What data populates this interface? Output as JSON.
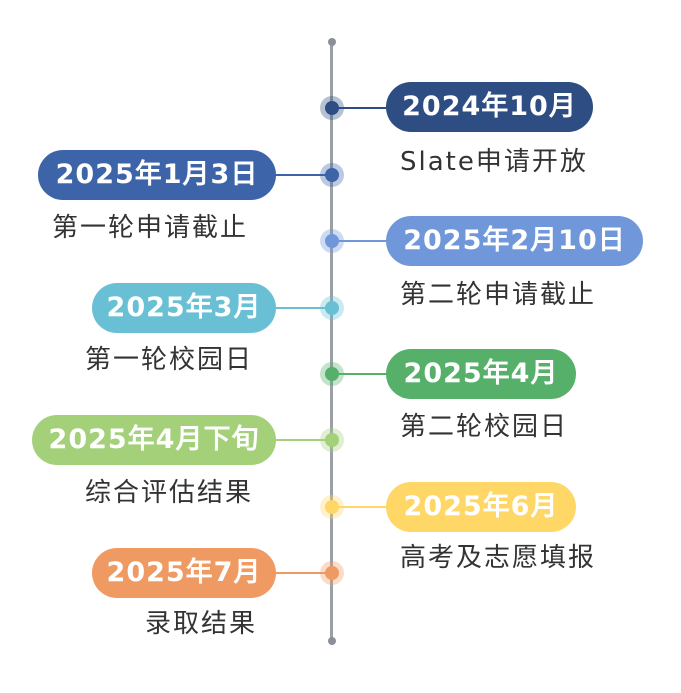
{
  "colors": {
    "axis": "#9aa0a6",
    "navy": "#2e4d82",
    "blue": "#3d63a8",
    "light_blue": "#6f97d9",
    "teal": "#69c0d4",
    "green": "#56b06a",
    "light_green": "#a4d07a",
    "yellow": "#ffd767",
    "orange": "#f09a63"
  },
  "events": [
    {
      "date": "2024年10月",
      "label": "Slate申请开放",
      "side": "right",
      "color": "#2e4d82"
    },
    {
      "date": "2025年1月3日",
      "label": "第一轮申请截止",
      "side": "left",
      "color": "#3d63a8"
    },
    {
      "date": "2025年2月10日",
      "label": "第二轮申请截止",
      "side": "right",
      "color": "#6f97d9"
    },
    {
      "date": "2025年3月",
      "label": "第一轮校园日",
      "side": "left",
      "color": "#69c0d4"
    },
    {
      "date": "2025年4月",
      "label": "第二轮校园日",
      "side": "right",
      "color": "#56b06a"
    },
    {
      "date": "2025年4月下旬",
      "label": "综合评估结果",
      "side": "left",
      "color": "#a4d07a"
    },
    {
      "date": "2025年6月",
      "label": "高考及志愿填报",
      "side": "right",
      "color": "#ffd767"
    },
    {
      "date": "2025年7月",
      "label": "录取结果",
      "side": "left",
      "color": "#f09a63"
    }
  ]
}
